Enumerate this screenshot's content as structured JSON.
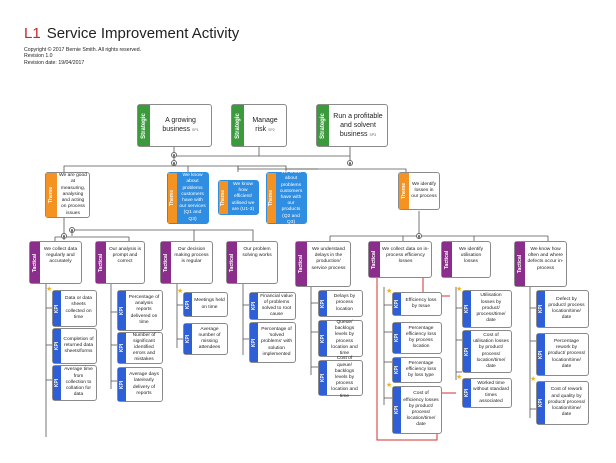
{
  "header": {
    "level": "L1",
    "title": "Service Improvement Activity",
    "copyright": "Copyright © 2017 Bernie Smith. All rights reserved.",
    "revision": "Revision 1.0",
    "revision_date": "Revision date: 19/04/2017"
  },
  "colors": {
    "strategic": "#3a9a3c",
    "theme": "#f49222",
    "theme_fill": "#2f8ee2",
    "tactical": "#8b2d8a",
    "kpi": "#2f5fd6",
    "line": "#555555",
    "highlight": "#d0312d",
    "star": "#f2b418"
  },
  "legend_tags": {
    "strategic": "Strategic",
    "theme": "Theme",
    "tactical": "Tactical",
    "kpi": "KPI"
  },
  "strategic": [
    {
      "text": "A growing business",
      "code": "SP1"
    },
    {
      "text": "Manage risk",
      "code": "SP2"
    },
    {
      "text": "Run a profitable and solvent business",
      "code": "SP3"
    }
  ],
  "themes": [
    {
      "text": "We are good at measuring, analysing and acting on process issues"
    },
    {
      "text": "We know about problems customers have with our services (Q1 and Q3)"
    },
    {
      "text": "We know how efficient/ utilised we are (U1-3)"
    },
    {
      "text": "We know about problems customers have with our products (Q2 and Q3)"
    },
    {
      "text": "We identify losses in our process"
    }
  ],
  "tacticals": [
    {
      "text": "We collect data regularly and accurately"
    },
    {
      "text": "Our analysis is prompt and correct"
    },
    {
      "text": "Our decision making process is regular"
    },
    {
      "text": "Our problem solving works"
    },
    {
      "text": "We understand delays in the production/ service process"
    },
    {
      "text": "We collect data on in-process efficiency losses"
    },
    {
      "text": "We identify utilisation losses"
    },
    {
      "text": "We know how often and where defects occur in-process"
    }
  ],
  "kpis": [
    {
      "text": "Data or data sheets collected on time"
    },
    {
      "text": "Completion of returned data sheets/forms"
    },
    {
      "text": "Average time from collection to collation for data"
    },
    {
      "text": "Percentage of analysis reports delivered on time"
    },
    {
      "text": "Number of significant identified errors and mistakes"
    },
    {
      "text": "Average days late/early delivery of reports"
    },
    {
      "text": "Meetings held on time"
    },
    {
      "text": "Average number of missing attendees"
    },
    {
      "text": "Financial value of problems solved to root cause"
    },
    {
      "text": "Percentage of 'solved problems' with solution implemented"
    },
    {
      "text": "Delays by process location"
    },
    {
      "text": "Queue/ backlogs levels by process location and time"
    },
    {
      "text": "Cost of queue/ backlogs levels by process location and time"
    },
    {
      "text": "Efficiency loss by Issue"
    },
    {
      "text": "Percentage efficiency loss by process location"
    },
    {
      "text": "Percentage efficiency loss by loss type"
    },
    {
      "text": "Cost of efficiency losses by product/ process/ location/time/ date"
    },
    {
      "text": "Utilisation losses by product/ process/time/ date"
    },
    {
      "text": "Cost of utilisation losses by product/ process/ location/time/ date"
    },
    {
      "text": "Worked time without standard times associated"
    },
    {
      "text": "Defect by product/ process location/time/ date"
    },
    {
      "text": "Percentage rework by product/ process/ location/time/ date"
    },
    {
      "text": "Cost of rework and quality by product/ process/ location/time/ date"
    }
  ]
}
